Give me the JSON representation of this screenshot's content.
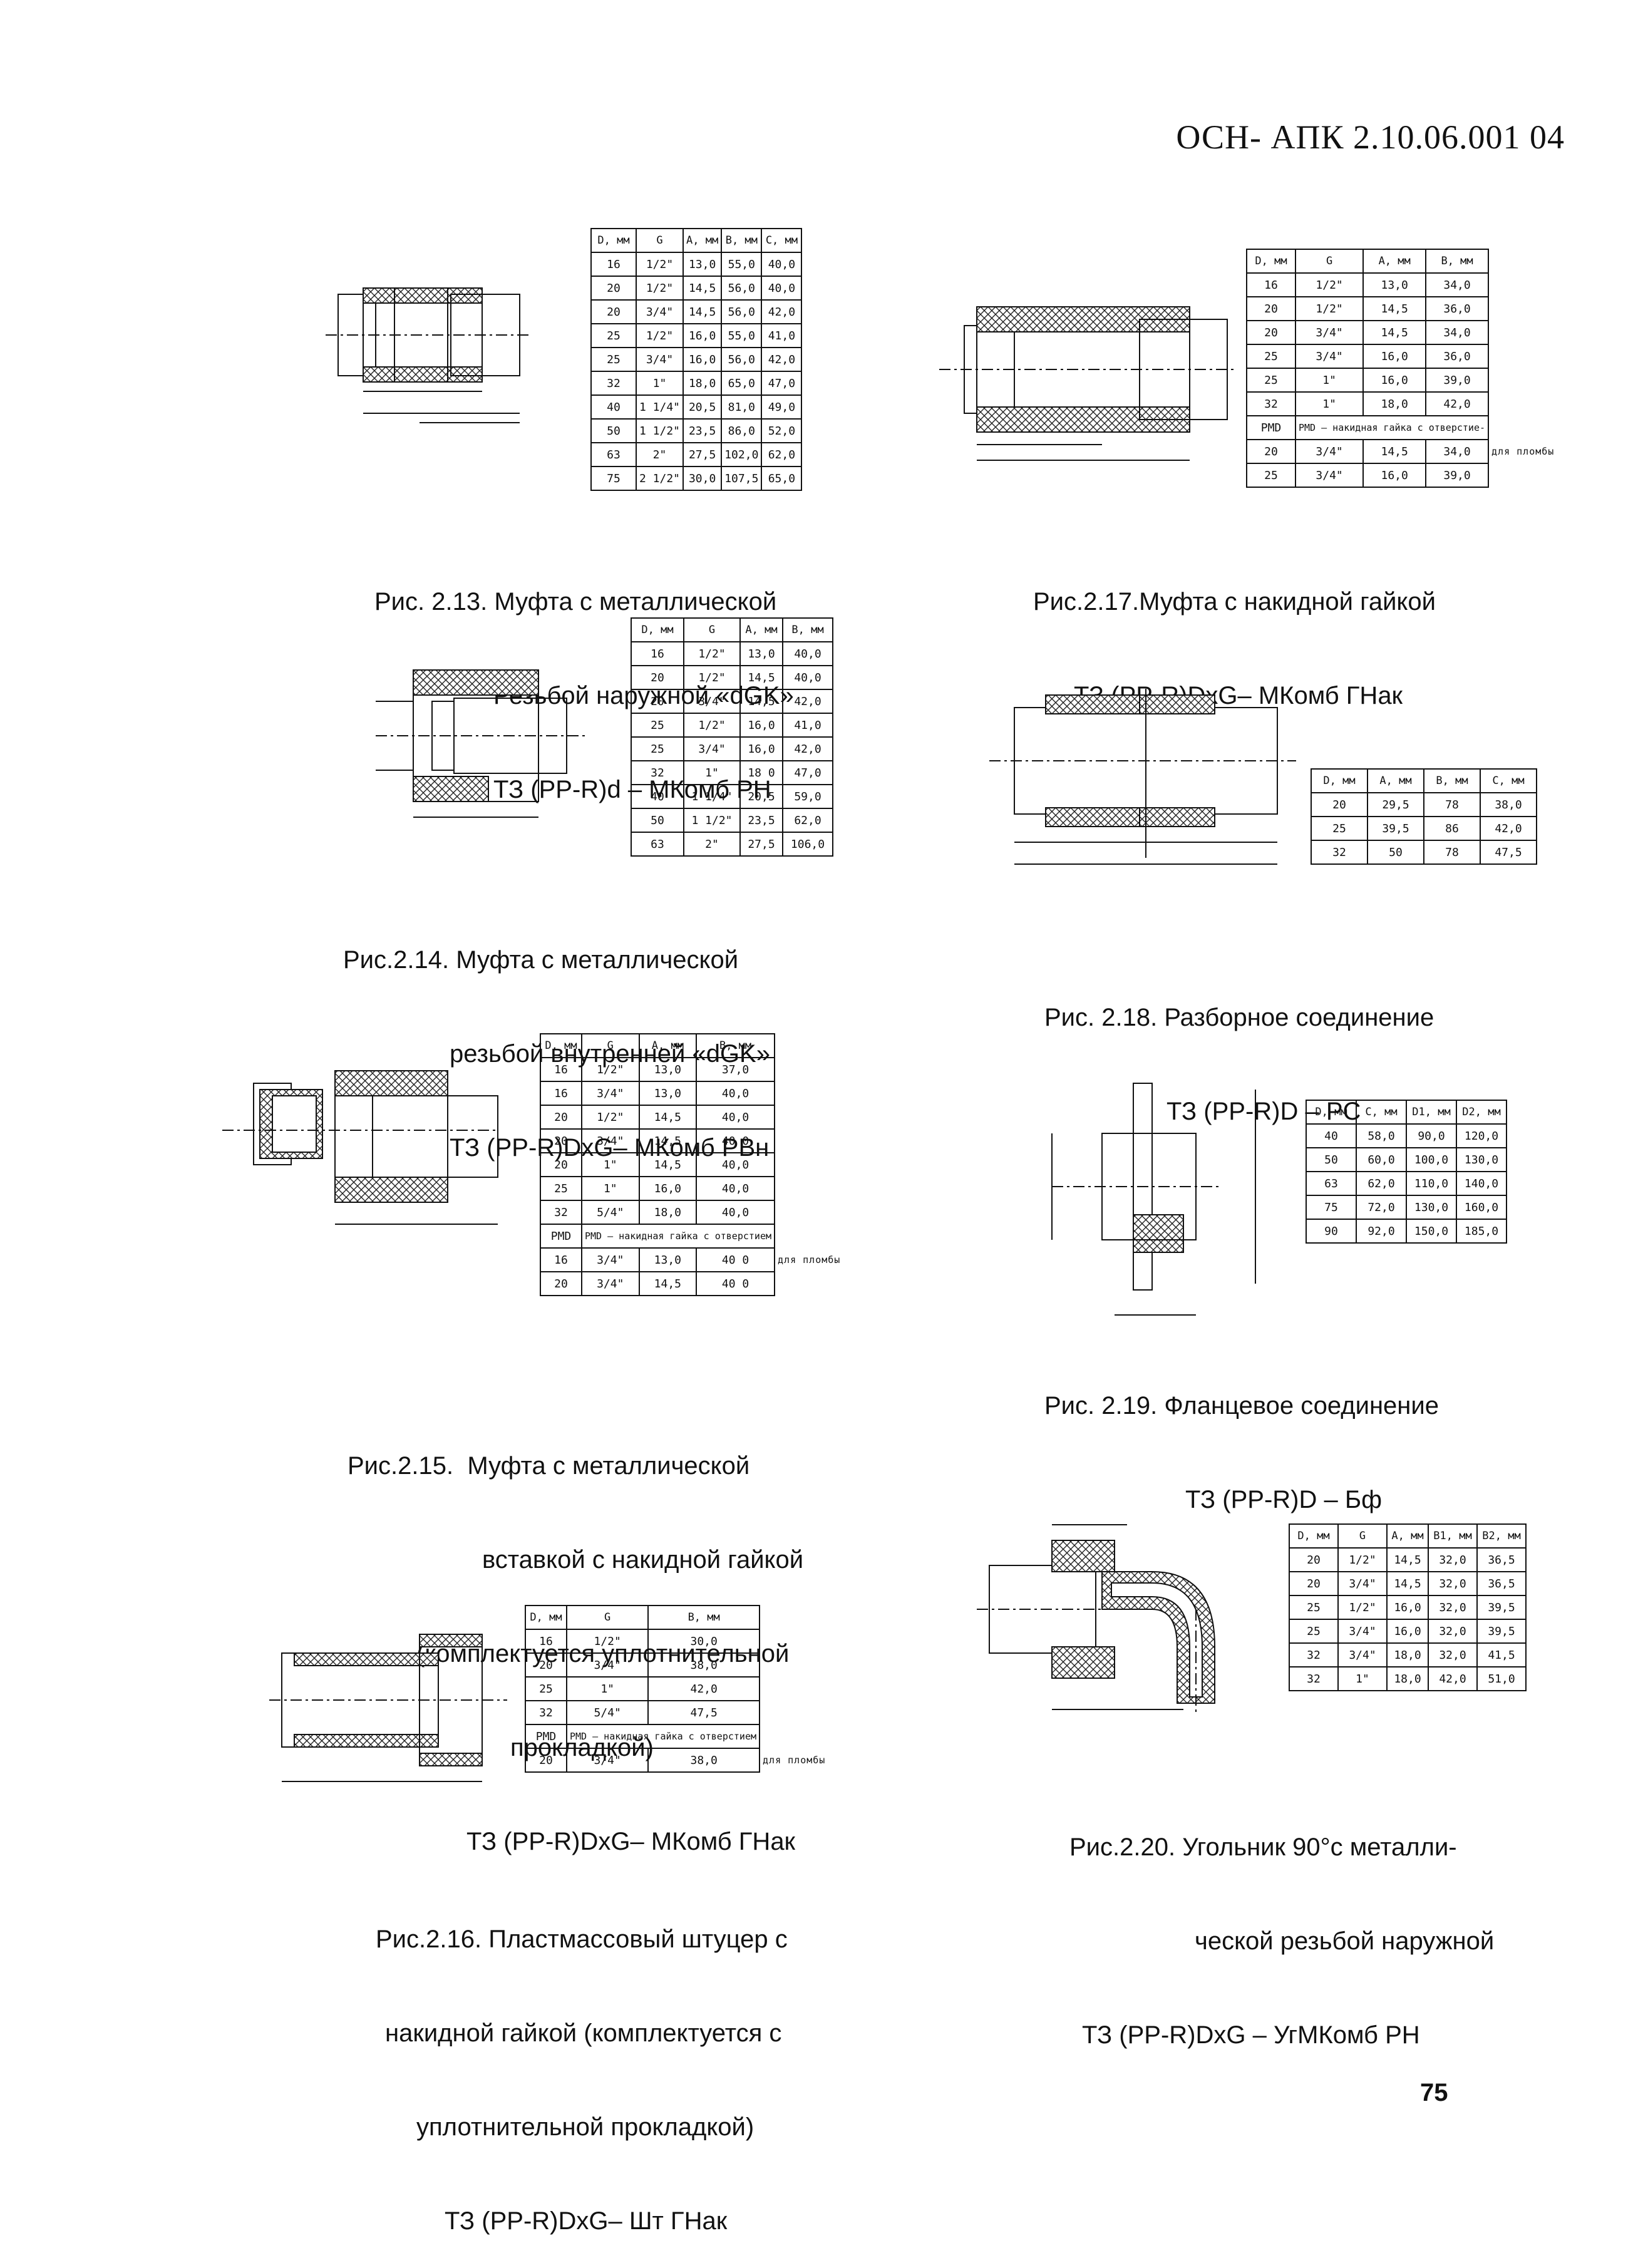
{
  "header": {
    "code": "ОСН- АПК 2.10.06.001 04"
  },
  "page_number": "75",
  "figures": [
    {
      "id": "2.13",
      "caption": [
        "Рис. 2.13. Муфта с металлической",
        "Резьбой наружной «dGK»",
        "ТЗ (PP-R)d – МКомб РН"
      ],
      "table": {
        "headers": [
          "D, мм",
          "G",
          "А, мм",
          "В, мм",
          "С, мм"
        ],
        "rows": [
          [
            "16",
            "1/2\"",
            "13,0",
            "55,0",
            "40,0"
          ],
          [
            "20",
            "1/2\"",
            "14,5",
            "56,0",
            "40,0"
          ],
          [
            "20",
            "3/4\"",
            "14,5",
            "56,0",
            "42,0"
          ],
          [
            "25",
            "1/2\"",
            "16,0",
            "55,0",
            "41,0"
          ],
          [
            "25",
            "3/4\"",
            "16,0",
            "56,0",
            "42,0"
          ],
          [
            "32",
            "1\"",
            "18,0",
            "65,0",
            "47,0"
          ],
          [
            "40",
            "1 1/4\"",
            "20,5",
            "81,0",
            "49,0"
          ],
          [
            "50",
            "1 1/2\"",
            "23,5",
            "86,0",
            "52,0"
          ],
          [
            "63",
            "2\"",
            "27,5",
            "102,0",
            "62,0"
          ],
          [
            "75",
            "2 1/2\"",
            "30,0",
            "107,5",
            "65,0"
          ]
        ]
      }
    },
    {
      "id": "2.14",
      "caption": [
        "Рис.2.14. Муфта с металлической",
        "резьбой внутренней «dGK»",
        "ТЗ (PP-R)DxG– МКомб РВн"
      ],
      "table": {
        "headers": [
          "D, мм",
          "G",
          "А, мм",
          "В, мм"
        ],
        "rows": [
          [
            "16",
            "1/2\"",
            "13,0",
            "40,0"
          ],
          [
            "20",
            "1/2\"",
            "14,5",
            "40,0"
          ],
          [
            "20",
            "3/4\"",
            "14,5",
            "42,0"
          ],
          [
            "25",
            "1/2\"",
            "16,0",
            "41,0"
          ],
          [
            "25",
            "3/4\"",
            "16,0",
            "42,0"
          ],
          [
            "32",
            "1\"",
            "18 0",
            "47,0"
          ],
          [
            "40",
            "1 1/4\"",
            "20,5",
            "59,0"
          ],
          [
            "50",
            "1 1/2\"",
            "23,5",
            "62,0"
          ],
          [
            "63",
            "2\"",
            "27,5",
            "106,0"
          ]
        ]
      }
    },
    {
      "id": "2.15",
      "caption": [
        "Рис.2.15.  Муфта с металлической",
        "вставкой с накидной гайкой",
        "(комплектуется уплотнительной",
        "прокладкой)",
        "ТЗ (PP-R)DxG– МКомб ГНак"
      ],
      "table": {
        "headers": [
          "D, мм",
          "G",
          "А, мм",
          "В, мм"
        ],
        "rows": [
          [
            "16",
            "1/2\"",
            "13,0",
            "37,0"
          ],
          [
            "16",
            "3/4\"",
            "13,0",
            "40,0"
          ],
          [
            "20",
            "1/2\"",
            "14,5",
            "40,0"
          ],
          [
            "20",
            "3/4\"",
            "14,5",
            "40 0"
          ],
          [
            "20",
            "1\"",
            "14,5",
            "40,0"
          ],
          [
            "25",
            "1\"",
            "16,0",
            "40,0"
          ],
          [
            "32",
            "5/4\"",
            "18,0",
            "40,0"
          ]
        ],
        "pmd_label": "PMD",
        "pmd_note": "PMD – накидная гайка с отверстием",
        "pmd_note2": "для пломбы",
        "pmd_rows": [
          [
            "16",
            "3/4\"",
            "13,0",
            "40 0"
          ],
          [
            "20",
            "3/4\"",
            "14,5",
            "40 0"
          ]
        ]
      }
    },
    {
      "id": "2.16",
      "caption": [
        "Рис.2.16. Пластмассовый штуцер с",
        "накидной гайкой (комплектуется с",
        "уплотнительной прокладкой)",
        "ТЗ (PP-R)DxG– Шт ГНак"
      ],
      "table": {
        "headers": [
          "D, мм",
          "G",
          "В, мм"
        ],
        "rows": [
          [
            "16",
            "1/2\"",
            "30,0"
          ],
          [
            "20",
            "3/4\"",
            "38,0"
          ],
          [
            "25",
            "1\"",
            "42,0"
          ],
          [
            "32",
            "5/4\"",
            "47,5"
          ]
        ],
        "pmd_label": "PMD",
        "pmd_note": "PMD – накидная гайка с отверстием",
        "pmd_note2": "для пломбы",
        "pmd_rows": [
          [
            "20",
            "3/4\"",
            "38,0"
          ]
        ]
      }
    },
    {
      "id": "2.17",
      "caption": [
        "Рис.2.17.Муфта с накидной гайкой",
        "ТЗ (PP-R)DxG– МКомб ГНак"
      ],
      "table": {
        "headers": [
          "D, мм",
          "G",
          "А, мм",
          "В, мм"
        ],
        "rows": [
          [
            "16",
            "1/2\"",
            "13,0",
            "34,0"
          ],
          [
            "20",
            "1/2\"",
            "14,5",
            "36,0"
          ],
          [
            "20",
            "3/4\"",
            "14,5",
            "34,0"
          ],
          [
            "25",
            "3/4\"",
            "16,0",
            "36,0"
          ],
          [
            "25",
            "1\"",
            "16,0",
            "39,0"
          ],
          [
            "32",
            "1\"",
            "18,0",
            "42,0"
          ]
        ],
        "pmd_label": "PMD",
        "pmd_note": "PMD – накидная гайка с отверстие-",
        "pmd_note2": "для пломбы",
        "pmd_rows": [
          [
            "20",
            "3/4\"",
            "14,5",
            "34,0"
          ],
          [
            "25",
            "3/4\"",
            "16,0",
            "39,0"
          ]
        ]
      }
    },
    {
      "id": "2.18",
      "caption": [
        "Рис. 2.18. Разборное соединение",
        "ТЗ (PP-R)D – PC"
      ],
      "table": {
        "headers": [
          "D, мм",
          "А, мм",
          "В, мм",
          "С, мм"
        ],
        "rows": [
          [
            "20",
            "29,5",
            "78",
            "38,0"
          ],
          [
            "25",
            "39,5",
            "86",
            "42,0"
          ],
          [
            "32",
            "50",
            "78",
            "47,5"
          ]
        ]
      }
    },
    {
      "id": "2.19",
      "caption": [
        "Рис. 2.19. Фланцевое соединение",
        "ТЗ (PP-R)D – Бф"
      ],
      "table": {
        "headers": [
          "D, мм",
          "С, мм",
          "D1, мм",
          "D2, мм"
        ],
        "rows": [
          [
            "40",
            "58,0",
            "90,0",
            "120,0"
          ],
          [
            "50",
            "60,0",
            "100,0",
            "130,0"
          ],
          [
            "63",
            "62,0",
            "110,0",
            "140,0"
          ],
          [
            "75",
            "72,0",
            "130,0",
            "160,0"
          ],
          [
            "90",
            "92,0",
            "150,0",
            "185,0"
          ]
        ]
      }
    },
    {
      "id": "2.20",
      "caption": [
        "Рис.2.20. Угольник 90°с металли-",
        "ческой резьбой наружной",
        "ТЗ (PP-R)DxG – УгМКомб РН"
      ],
      "table": {
        "headers": [
          "D, мм",
          "G",
          "А, мм",
          "В1, мм",
          "В2, мм"
        ],
        "rows": [
          [
            "20",
            "1/2\"",
            "14,5",
            "32,0",
            "36,5"
          ],
          [
            "20",
            "3/4\"",
            "14,5",
            "32,0",
            "36,5"
          ],
          [
            "25",
            "1/2\"",
            "16,0",
            "32,0",
            "39,5"
          ],
          [
            "25",
            "3/4\"",
            "16,0",
            "32,0",
            "39,5"
          ],
          [
            "32",
            "3/4\"",
            "18,0",
            "32,0",
            "41,5"
          ],
          [
            "32",
            "1\"",
            "18,0",
            "42,0",
            "51,0"
          ]
        ]
      }
    }
  ]
}
